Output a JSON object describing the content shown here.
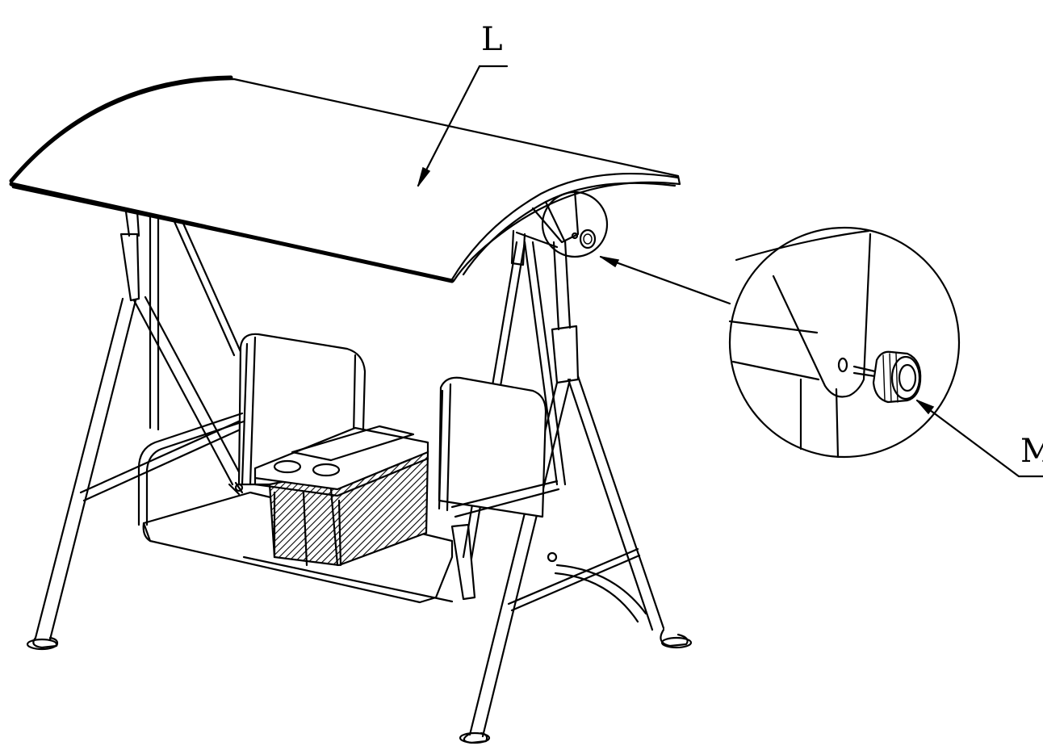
{
  "callouts": {
    "canopy_label": "L",
    "knob_label": "M"
  },
  "illustration": {
    "subject": "canopy-swing-with-detail-view",
    "icons": [
      "swing-frame-icon",
      "canopy-icon",
      "cooler-icon",
      "knob-icon"
    ]
  }
}
